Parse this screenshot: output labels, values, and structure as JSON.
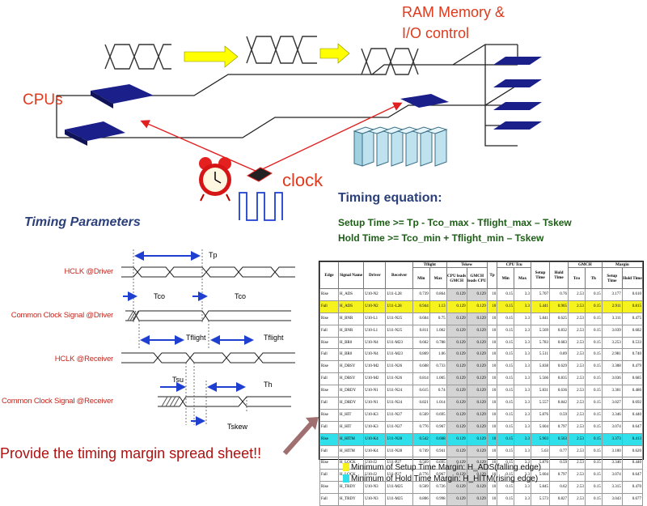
{
  "top": {
    "ram_line1": "RAM Memory &",
    "ram_line2": "I/O control",
    "cpus": "CPUs",
    "clock": "clock"
  },
  "equation": {
    "title": "Timing equation:",
    "setup": "Setup Time >= Tp - Tco_max - Tflight_max – Tskew",
    "hold": "Hold Time >= Tco_min + Tflight_min – Tskew"
  },
  "timing": {
    "title": "Timing Parameters",
    "signals": [
      "HCLK @Driver",
      "Common Clock Signal @Driver",
      "HCLK @Receiver",
      "Common Clock Signal @Receiver"
    ],
    "labels": {
      "tp": "Tp",
      "tco1": "Tco",
      "tco2": "Tco",
      "tflight1": "Tflight",
      "tflight2": "Tflight",
      "tsu": "Tsu",
      "th": "Th",
      "tskew": "Tskew"
    }
  },
  "note": "Provide the timing margin spread sheet!!",
  "sheet": {
    "group_headers": {
      "tflight": "Tflight",
      "tskew": "Tskew",
      "cpu_tcu": "CPU Tcu",
      "gmch": "GMCH",
      "margin": "Margin"
    },
    "headers": [
      "Edge",
      "Signal Name",
      "Driver",
      "Receiver",
      "Min",
      "Max",
      "CPU leads GMCH",
      "GMCH leads CPU",
      "Tp",
      "Min",
      "Max",
      "Setup Time",
      "Hold Time",
      "Tcu",
      "Th",
      "Setup Time",
      "Hold Time"
    ],
    "rows": [
      {
        "hl": "",
        "c": [
          "Rise",
          "H_ADS",
          "U10-N2",
          "U11-L28",
          "0.739",
          "0.864",
          "0.129",
          "0.129",
          "10",
          "0.15",
          "3.3",
          "5.707",
          "0.76",
          "2.53",
          "0.15",
          "3.177",
          "0.610"
        ]
      },
      {
        "hl": "yellow",
        "c": [
          "Fall",
          "H_ADS",
          "U10-N2",
          "U11-L28",
          "0.944",
          "1.13",
          "0.129",
          "0.129",
          "10",
          "0.15",
          "3.3",
          "5.441",
          "0.965",
          "2.53",
          "0.15",
          "2.911",
          "0.815"
        ]
      },
      {
        "hl": "",
        "c": [
          "Rise",
          "H_BNR",
          "U10-L1",
          "U11-N25",
          "0.604",
          "0.75",
          "0.129",
          "0.129",
          "10",
          "0.15",
          "3.3",
          "5.841",
          "0.625",
          "2.53",
          "0.15",
          "3.311",
          "0.475"
        ]
      },
      {
        "hl": "",
        "c": [
          "Fall",
          "H_BNR",
          "U10-L1",
          "U11-N25",
          "0.811",
          "1.002",
          "0.129",
          "0.129",
          "10",
          "0.15",
          "3.3",
          "5.569",
          "0.832",
          "2.53",
          "0.15",
          "3.039",
          "0.682"
        ]
      },
      {
        "hl": "",
        "c": [
          "Rise",
          "H_BR0",
          "U10-N4",
          "U11-M23",
          "0.662",
          "0.788",
          "0.129",
          "0.129",
          "10",
          "0.15",
          "3.3",
          "5.783",
          "0.683",
          "2.53",
          "0.15",
          "3.253",
          "0.533"
        ]
      },
      {
        "hl": "",
        "c": [
          "Fall",
          "H_BR0",
          "U10-N4",
          "U11-M23",
          "0.869",
          "1.06",
          "0.129",
          "0.129",
          "10",
          "0.15",
          "3.3",
          "5.511",
          "0.89",
          "2.53",
          "0.15",
          "2.981",
          "0.740"
        ]
      },
      {
        "hl": "",
        "c": [
          "Rise",
          "H_DBSY",
          "U10-M2",
          "U11-N26",
          "0.608",
          "0.733",
          "0.129",
          "0.129",
          "10",
          "0.15",
          "3.3",
          "5.838",
          "0.629",
          "2.53",
          "0.15",
          "3.308",
          "0.479"
        ]
      },
      {
        "hl": "",
        "c": [
          "Fall",
          "H_DBSY",
          "U10-M2",
          "U11-N26",
          "0.814",
          "1.005",
          "0.129",
          "0.129",
          "10",
          "0.15",
          "3.3",
          "5.566",
          "0.835",
          "2.53",
          "0.15",
          "3.036",
          "0.685"
        ]
      },
      {
        "hl": "",
        "c": [
          "Rise",
          "H_DRDY",
          "U10-N1",
          "U11-N24",
          "0.615",
          "0.74",
          "0.129",
          "0.129",
          "10",
          "0.15",
          "3.3",
          "5.831",
          "0.636",
          "2.53",
          "0.15",
          "3.301",
          "0.486"
        ]
      },
      {
        "hl": "",
        "c": [
          "Fall",
          "H_DRDY",
          "U10-N1",
          "U11-N24",
          "0.821",
          "1.014",
          "0.129",
          "0.129",
          "10",
          "0.15",
          "3.3",
          "5.557",
          "0.842",
          "2.53",
          "0.15",
          "3.027",
          "0.692"
        ]
      },
      {
        "hl": "",
        "c": [
          "Rise",
          "H_HIT",
          "U10-K3",
          "U11-N27",
          "0.569",
          "0.695",
          "0.129",
          "0.129",
          "10",
          "0.15",
          "3.3",
          "5.876",
          "0.59",
          "2.53",
          "0.15",
          "3.346",
          "0.440"
        ]
      },
      {
        "hl": "",
        "c": [
          "Fall",
          "H_HIT",
          "U10-K3",
          "U11-N27",
          "0.776",
          "0.967",
          "0.129",
          "0.129",
          "10",
          "0.15",
          "3.3",
          "5.604",
          "0.797",
          "2.53",
          "0.15",
          "3.074",
          "0.647"
        ]
      },
      {
        "hl": "cyan",
        "c": [
          "Rise",
          "H_HITM",
          "U10-K4",
          "U11-N28",
          "0.542",
          "0.668",
          "0.129",
          "0.129",
          "10",
          "0.15",
          "3.3",
          "5.903",
          "0.563",
          "2.53",
          "0.15",
          "3.373",
          "0.413"
        ]
      },
      {
        "hl": "",
        "c": [
          "Fall",
          "H_HITM",
          "U10-K4",
          "U11-N28",
          "0.749",
          "0.941",
          "0.129",
          "0.129",
          "10",
          "0.15",
          "3.3",
          "5.63",
          "0.77",
          "2.53",
          "0.15",
          "3.100",
          "0.620"
        ]
      },
      {
        "hl": "",
        "c": [
          "Rise",
          "H_LOCK",
          "U10-J2",
          "U11-P27",
          "0.569",
          "0.695",
          "0.129",
          "0.129",
          "10",
          "0.15",
          "3.3",
          "5.876",
          "0.59",
          "2.53",
          "0.15",
          "3.346",
          "0.440"
        ]
      },
      {
        "hl": "",
        "c": [
          "Fall",
          "H_LOCK",
          "U10-J2",
          "U11-P27",
          "0.776",
          "0.967",
          "0.129",
          "0.129",
          "10",
          "0.15",
          "3.3",
          "5.604",
          "0.797",
          "2.53",
          "0.15",
          "3.074",
          "0.647"
        ]
      },
      {
        "hl": "",
        "c": [
          "Rise",
          "H_TRDY",
          "U10-N3",
          "U11-M25",
          "0.569",
          "0.726",
          "0.129",
          "0.129",
          "10",
          "0.15",
          "3.3",
          "5.845",
          "0.62",
          "2.53",
          "0.15",
          "3.315",
          "0.470"
        ]
      },
      {
        "hl": "",
        "c": [
          "Fall",
          "H_TRDY",
          "U10-N3",
          "U11-M25",
          "0.806",
          "0.998",
          "0.129",
          "0.129",
          "10",
          "0.15",
          "3.3",
          "5.573",
          "0.827",
          "2.53",
          "0.15",
          "3.043",
          "0.677"
        ]
      }
    ],
    "legend_setup": "Minimum of Setup Time Margin: H_ADS(falling edge)",
    "legend_hold": "Minimum of Hold Time Margin: H_HITM(rising edge)"
  },
  "colors": {
    "yellow": "#f6f21e",
    "cyan": "#2fe0ea",
    "blue_arrow": "#1f3fd0",
    "chip": "#1b1f8a"
  }
}
